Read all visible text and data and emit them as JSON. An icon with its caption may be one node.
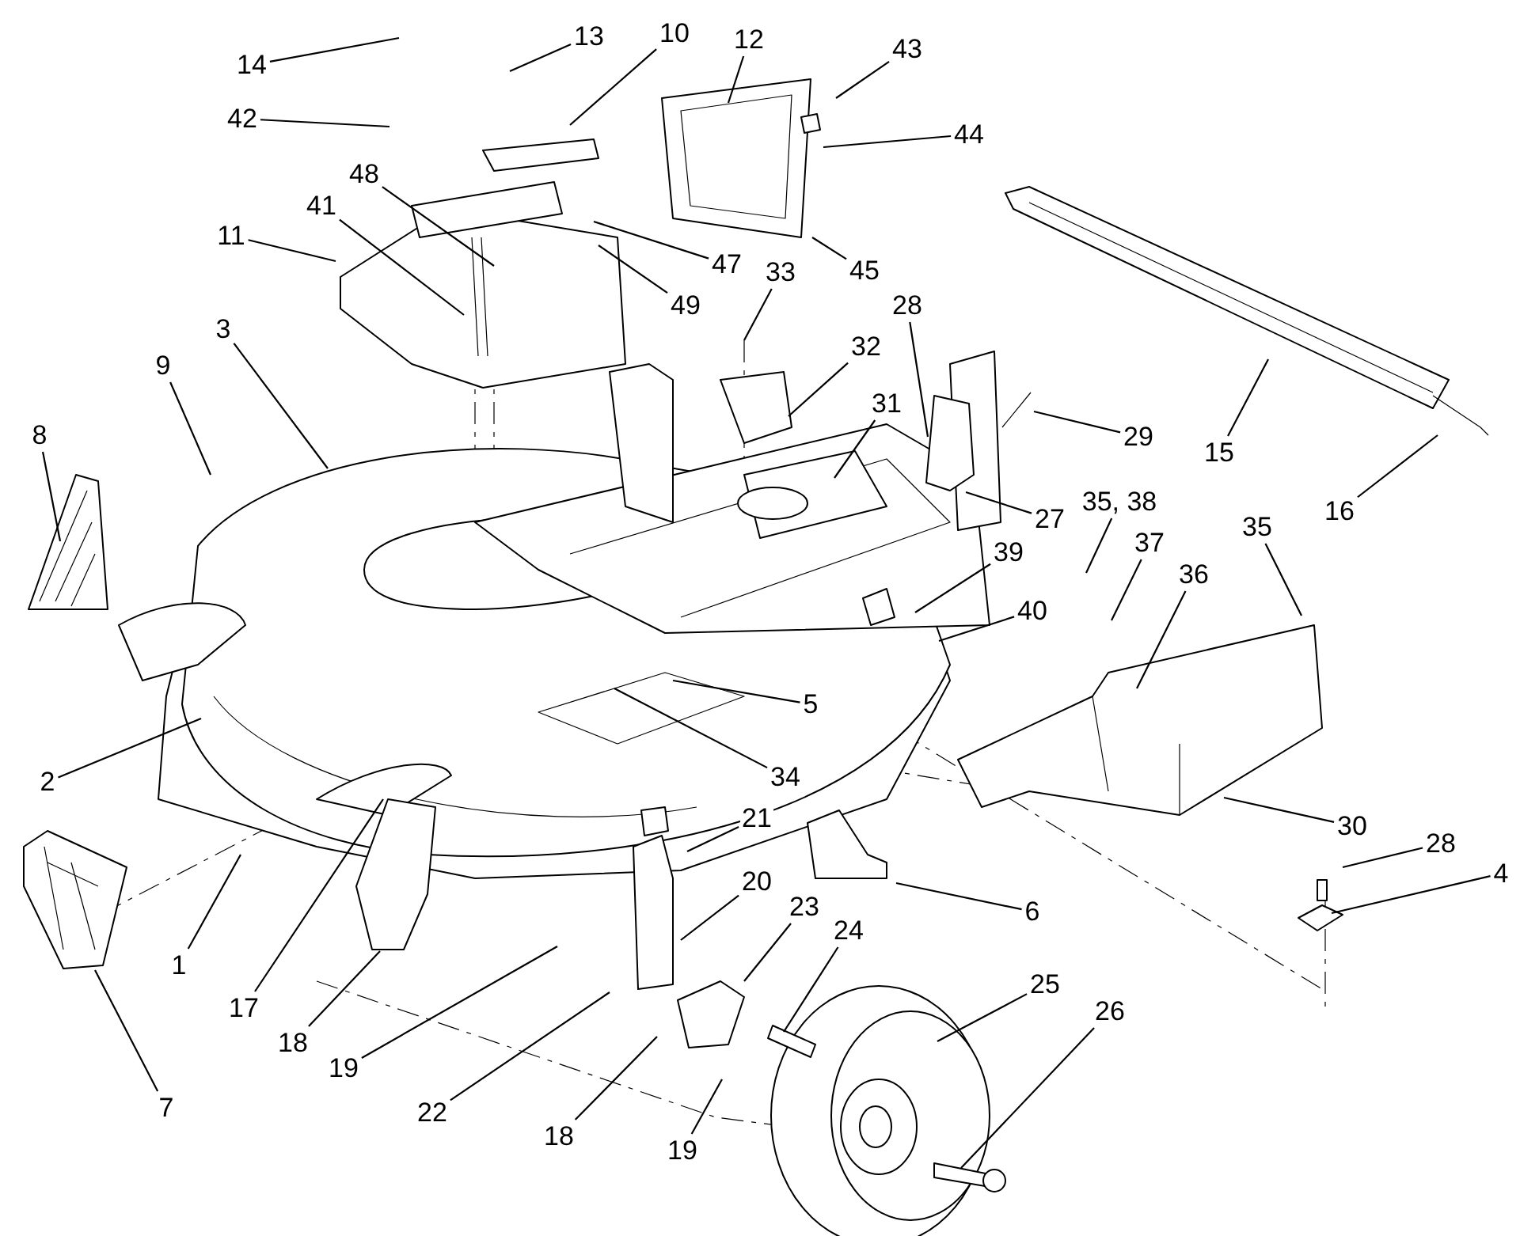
{
  "diagram": {
    "nodes": [
      {
        "text": [
          "10"
        ]
      },
      {
        "text": [
          "13"
        ]
      },
      {
        "text": [
          "12"
        ]
      },
      {
        "text": [
          "43"
        ]
      },
      {
        "text": [
          "14"
        ]
      },
      {
        "text": [
          "42"
        ]
      },
      {
        "text": [
          "44"
        ]
      },
      {
        "text": [
          "48"
        ]
      },
      {
        "text": [
          "41"
        ]
      },
      {
        "text": [
          "11"
        ]
      },
      {
        "text": [
          "47"
        ]
      },
      {
        "text": [
          "45"
        ]
      },
      {
        "text": [
          "33"
        ]
      },
      {
        "text": [
          "49"
        ]
      },
      {
        "text": [
          "28"
        ]
      },
      {
        "text": [
          "3"
        ]
      },
      {
        "text": [
          "32"
        ]
      },
      {
        "text": [
          "9"
        ]
      },
      {
        "text": [
          "31"
        ]
      },
      {
        "text": [
          "8"
        ]
      },
      {
        "text": [
          "29"
        ]
      },
      {
        "text": [
          "15"
        ]
      },
      {
        "text": [
          "35, 38"
        ]
      },
      {
        "text": [
          "16"
        ]
      },
      {
        "text": [
          "27"
        ]
      },
      {
        "text": [
          "35"
        ]
      },
      {
        "text": [
          "37"
        ]
      },
      {
        "text": [
          "39"
        ]
      },
      {
        "text": [
          "36"
        ]
      },
      {
        "text": [
          "40"
        ]
      },
      {
        "text": [
          "5"
        ]
      },
      {
        "text": [
          "34"
        ]
      },
      {
        "text": [
          "2"
        ]
      },
      {
        "text": [
          "21"
        ]
      },
      {
        "text": [
          "30"
        ]
      },
      {
        "text": [
          "28"
        ]
      },
      {
        "text": [
          "4"
        ]
      },
      {
        "text": [
          "20"
        ]
      },
      {
        "text": [
          "23"
        ]
      },
      {
        "text": [
          "6"
        ]
      },
      {
        "text": [
          "24"
        ]
      },
      {
        "text": [
          "1"
        ]
      },
      {
        "text": [
          "25"
        ]
      },
      {
        "text": [
          "17"
        ]
      },
      {
        "text": [
          "26"
        ]
      },
      {
        "text": [
          "18"
        ]
      },
      {
        "text": [
          "19"
        ]
      },
      {
        "text": [
          "7"
        ]
      },
      {
        "text": [
          "22"
        ]
      },
      {
        "text": [
          "18"
        ]
      },
      {
        "text": [
          "19"
        ]
      }
    ],
    "edges": [
      {
        "from": 0,
        "to": null,
        "arrow": "none"
      },
      {
        "from": 1,
        "to": null,
        "arrow": "none"
      },
      {
        "from": 2,
        "to": null,
        "arrow": "none"
      },
      {
        "from": 3,
        "to": null,
        "arrow": "none"
      },
      {
        "from": 4,
        "to": null,
        "arrow": "none"
      },
      {
        "from": 5,
        "to": null,
        "arrow": "none"
      },
      {
        "from": 6,
        "to": null,
        "arrow": "none"
      },
      {
        "from": 7,
        "to": null,
        "arrow": "none"
      },
      {
        "from": 8,
        "to": null,
        "arrow": "none"
      },
      {
        "from": 9,
        "to": null,
        "arrow": "none"
      },
      {
        "from": 10,
        "to": null,
        "arrow": "none"
      },
      {
        "from": 11,
        "to": null,
        "arrow": "none"
      },
      {
        "from": 12,
        "to": null,
        "arrow": "none"
      },
      {
        "from": 13,
        "to": null,
        "arrow": "none"
      },
      {
        "from": 14,
        "to": null,
        "arrow": "none"
      },
      {
        "from": 15,
        "to": null,
        "arrow": "none"
      },
      {
        "from": 16,
        "to": null,
        "arrow": "none"
      },
      {
        "from": 17,
        "to": null,
        "arrow": "none"
      },
      {
        "from": 18,
        "to": null,
        "arrow": "none"
      },
      {
        "from": 19,
        "to": null,
        "arrow": "none"
      },
      {
        "from": 20,
        "to": null,
        "arrow": "none"
      },
      {
        "from": 21,
        "to": null,
        "arrow": "none"
      },
      {
        "from": 22,
        "to": null,
        "arrow": "none"
      },
      {
        "from": 23,
        "to": null,
        "arrow": "none"
      },
      {
        "from": 24,
        "to": null,
        "arrow": "none"
      },
      {
        "from": 25,
        "to": null,
        "arrow": "none"
      },
      {
        "from": 26,
        "to": null,
        "arrow": "none"
      },
      {
        "from": 27,
        "to": null,
        "arrow": "none"
      },
      {
        "from": 28,
        "to": null,
        "arrow": "none"
      },
      {
        "from": 29,
        "to": null,
        "arrow": "none"
      },
      {
        "from": 30,
        "to": null,
        "arrow": "none"
      },
      {
        "from": 31,
        "to": null,
        "arrow": "none"
      },
      {
        "from": 32,
        "to": null,
        "arrow": "none"
      },
      {
        "from": 33,
        "to": null,
        "arrow": "none"
      },
      {
        "from": 34,
        "to": null,
        "arrow": "none"
      },
      {
        "from": 35,
        "to": null,
        "arrow": "none"
      },
      {
        "from": 36,
        "to": null,
        "arrow": "none"
      },
      {
        "from": 37,
        "to": null,
        "arrow": "none"
      },
      {
        "from": 38,
        "to": null,
        "arrow": "none"
      },
      {
        "from": 39,
        "to": null,
        "arrow": "none"
      },
      {
        "from": 40,
        "to": null,
        "arrow": "none"
      },
      {
        "from": 41,
        "to": null,
        "arrow": "none"
      },
      {
        "from": 42,
        "to": null,
        "arrow": "none"
      },
      {
        "from": 43,
        "to": null,
        "arrow": "none"
      },
      {
        "from": 44,
        "to": null,
        "arrow": "none"
      },
      {
        "from": 45,
        "to": null,
        "arrow": "none"
      },
      {
        "from": 46,
        "to": null,
        "arrow": "none"
      },
      {
        "from": 47,
        "to": null,
        "arrow": "none"
      },
      {
        "from": 48,
        "to": null,
        "arrow": "none"
      },
      {
        "from": 49,
        "to": null,
        "arrow": "none"
      },
      {
        "from": 50,
        "to": null,
        "arrow": "none"
      }
    ]
  }
}
